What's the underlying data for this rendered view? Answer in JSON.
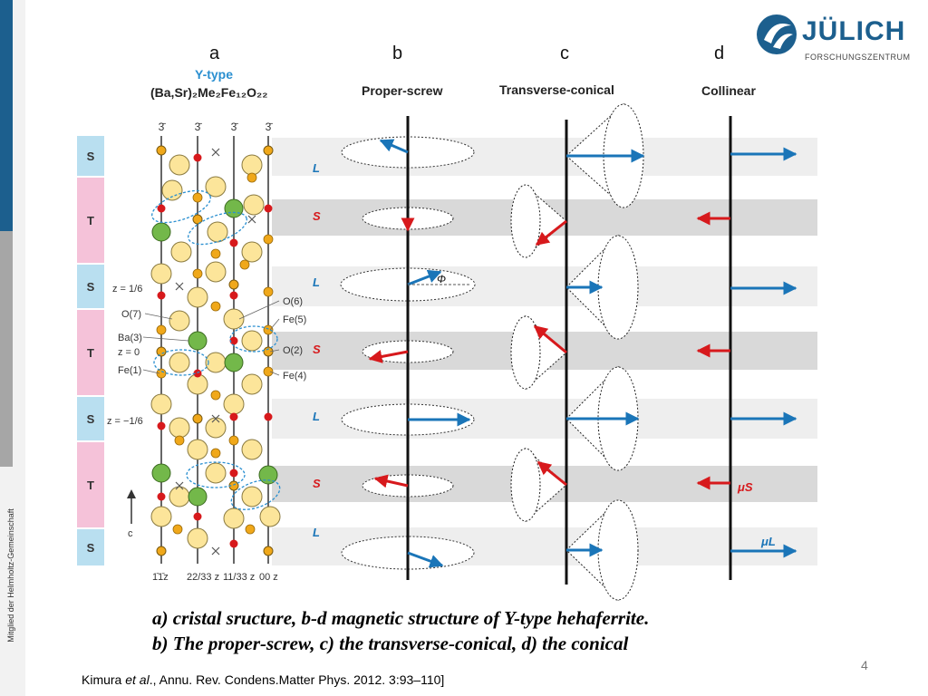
{
  "side_text": "Mitglied der Helmholtz-Gemeinschaft",
  "logo": {
    "name": "JÜLICH",
    "subtitle": "FORSCHUNGSZENTRUM"
  },
  "panels": {
    "a": {
      "letter": "a",
      "title": "Y-type",
      "formula": "(Ba,Sr)₂Me₂Fe₁₂O₂₂"
    },
    "b": {
      "letter": "b",
      "title": "Proper-screw"
    },
    "c": {
      "letter": "c",
      "title": "Transverse-conical"
    },
    "d": {
      "letter": "d",
      "title": "Collinear"
    }
  },
  "blocks": [
    "S",
    "T",
    "S",
    "T",
    "S",
    "T",
    "S"
  ],
  "layer_labels": [
    "L",
    "S",
    "L",
    "S",
    "L",
    "S",
    "L"
  ],
  "top_symbols": [
    "3̄",
    "3̄",
    "3̄",
    "3̄"
  ],
  "bottom_labels": [
    "1̄1̄z",
    "22/33 z",
    "11/33 z",
    "00 z"
  ],
  "atom_labels": {
    "o6": "O(6)",
    "fe5": "Fe(5)",
    "o2": "O(2)",
    "fe4": "Fe(4)",
    "o7": "O(7)",
    "ba3": "Ba(3)",
    "z0": "z = 0",
    "fe1": "Fe(1)",
    "z_plus": "z = 1/6",
    "z_minus": "z = −1/6",
    "c_axis": "c"
  },
  "phi": "Φ",
  "mu_s": "μS",
  "mu_l": "μL",
  "caption": {
    "line1": "a)   cristal sructure, b-d magnetic  structure of Y-type hehaferrite.",
    "line2": "b)   The proper-screw, c) the transverse-conical, d) the conical"
  },
  "reference": {
    "author": "Kimura ",
    "etal": "et al",
    "rest": "., Annu. Rev. Condens.Matter Phys. 2012. 3:93–110]"
  },
  "page_number": "4",
  "colors": {
    "jülich_blue": "#1c5f8e",
    "s_block": "#b9dff0",
    "t_block": "#f5c2d9",
    "band_L": "#eeeeee",
    "band_S": "#d9d9d9",
    "arrow_blue": "#1a75b8",
    "arrow_red": "#d7191c",
    "atom_yellow": "#fce59a",
    "atom_green": "#73b84a",
    "atom_orange": "#f0a81a"
  }
}
